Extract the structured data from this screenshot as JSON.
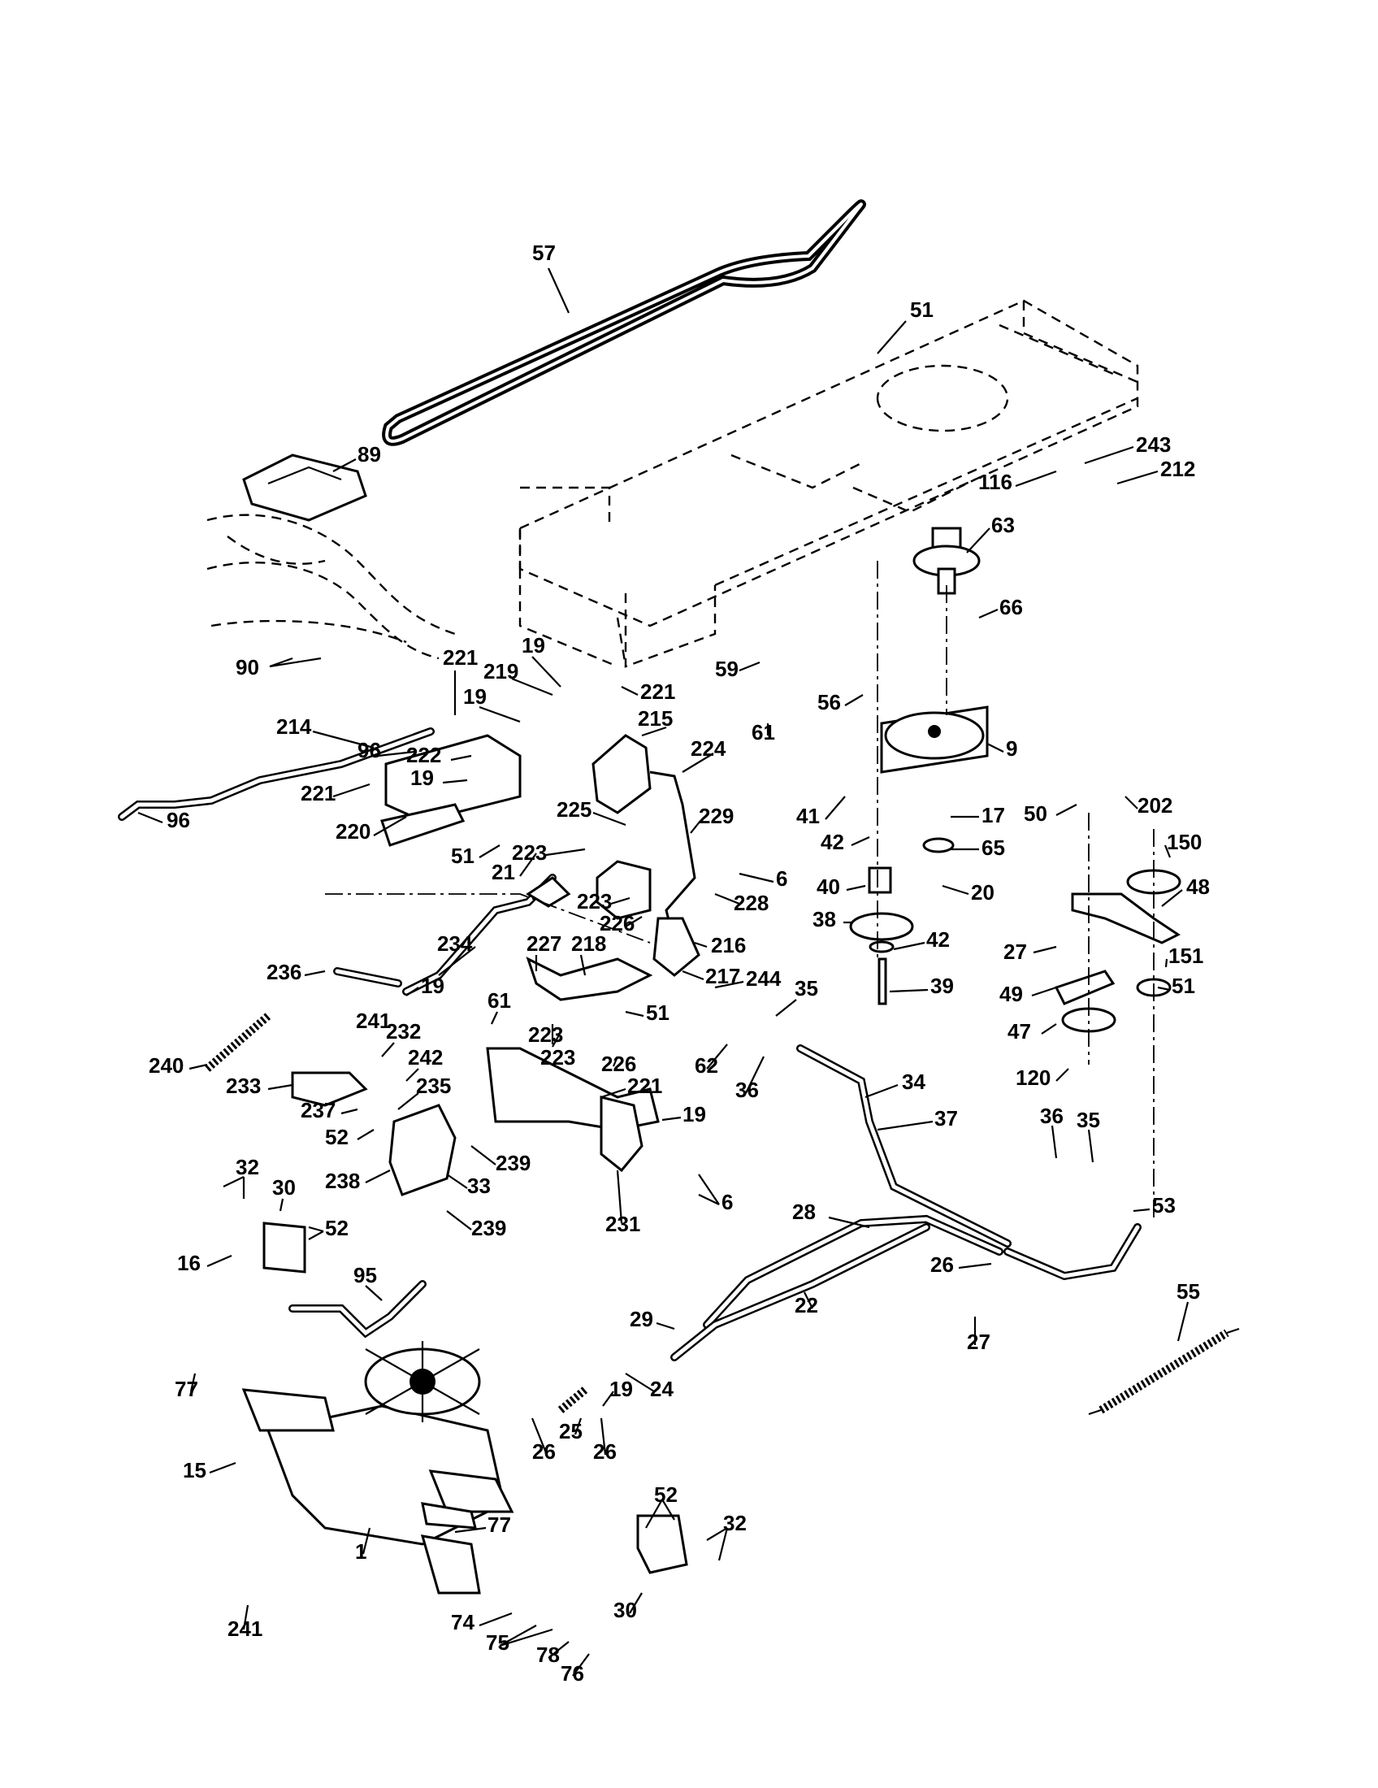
{
  "labels": {
    "l57": "57",
    "l51a": "51",
    "l89": "89",
    "l243": "243",
    "l116": "116",
    "l212": "212",
    "l63": "63",
    "l66": "66",
    "l90": "90",
    "l221a": "221",
    "l219": "219",
    "l19a": "19",
    "l221b": "221",
    "l19b": "19",
    "l59": "59",
    "l56": "56",
    "l215": "215",
    "l214": "214",
    "l96a": "96",
    "l222": "222",
    "l19c": "19",
    "l61a": "61",
    "l224": "224",
    "l9": "9",
    "l221c": "221",
    "l96b": "96",
    "l220": "220",
    "l225": "225",
    "l223a": "223",
    "l51b": "51",
    "l229": "229",
    "l41": "41",
    "l42a": "42",
    "l17": "17",
    "l50": "50",
    "l202": "202",
    "l65": "65",
    "l150": "150",
    "l21": "21",
    "l6a": "6",
    "l223b": "223",
    "l226a": "226",
    "l228": "228",
    "l40": "40",
    "l20": "20",
    "l48": "48",
    "l38": "38",
    "l216": "216",
    "l42b": "42",
    "l234": "234",
    "l227": "227",
    "l218": "218",
    "l217": "217",
    "l244": "244",
    "l27a": "27",
    "l151": "151",
    "l236": "236",
    "l19d": "19",
    "l39": "39",
    "l49": "49",
    "l51c": "51",
    "l61b": "61",
    "l51d": "51",
    "l35a": "35",
    "l241a": "241",
    "l232": "232",
    "l223c": "223",
    "l47": "47",
    "l240": "240",
    "l242": "242",
    "l223d": "223",
    "l226b": "226",
    "l62": "62",
    "l36a": "36",
    "l34": "34",
    "l120": "120",
    "l233": "233",
    "l235": "235",
    "l221d": "221",
    "l237": "237",
    "l19e": "19",
    "l37": "37",
    "l52a": "52",
    "l239a": "239",
    "l36b": "36",
    "l35b": "35",
    "l238": "238",
    "l33": "33",
    "l6b": "6",
    "l32a": "32",
    "l30a": "30",
    "l239b": "239",
    "l231": "231",
    "l53": "53",
    "l52b": "52",
    "l28": "28",
    "l16": "16",
    "l26a": "26",
    "l95": "95",
    "l55": "55",
    "l22": "22",
    "l29": "29",
    "l27b": "27",
    "l77a": "77",
    "l25": "25",
    "l19f": "19",
    "l24": "24",
    "l26b": "26",
    "l26c": "26",
    "l15": "15",
    "l52c": "52",
    "l32b": "32",
    "l77b": "77",
    "l1": "1",
    "l30b": "30",
    "l74": "74",
    "l241b": "241",
    "l75": "75",
    "l78": "78",
    "l76": "76"
  }
}
